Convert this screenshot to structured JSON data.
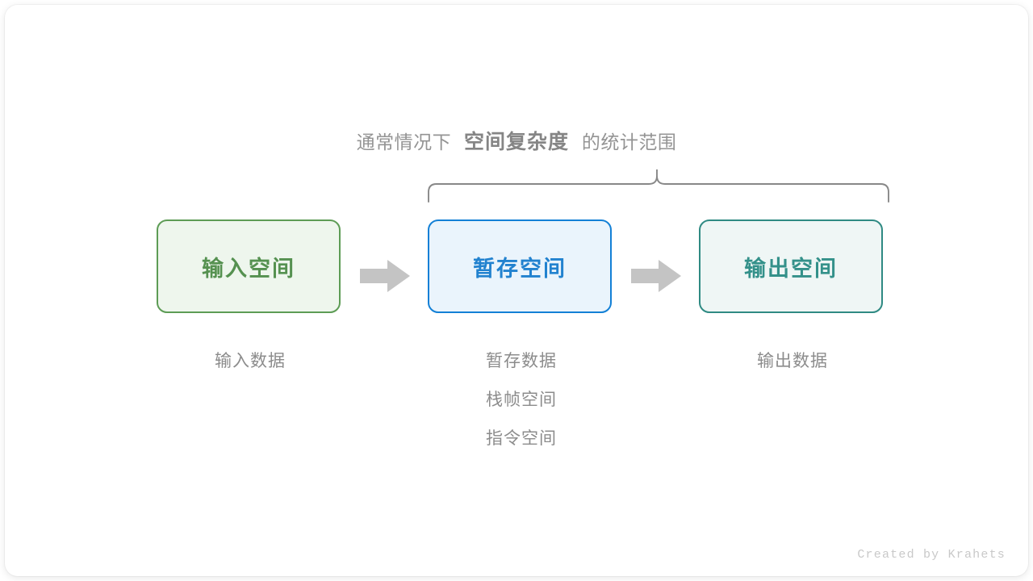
{
  "meta": {
    "background_color": "#ffffff",
    "card_color": "#ffffff"
  },
  "scope_title": {
    "lead": "通常情况下",
    "strong": "空间复杂度",
    "tail": "的统计范围",
    "color": "#949494"
  },
  "brace": {
    "label": "curly-brace-spanning-buffer-and-output",
    "color": "#888888"
  },
  "flow": {
    "boxes": [
      {
        "key": "input",
        "label": "输入空间",
        "border_color": "#5d9c55",
        "fill_color": "#eef6ed",
        "text_color": "#559150"
      },
      {
        "key": "buffer",
        "label": "暂存空间",
        "border_color": "#1380d6",
        "fill_color": "#eaf4fc",
        "text_color": "#2282cf"
      },
      {
        "key": "output",
        "label": "输出空间",
        "border_color": "#2f8a83",
        "fill_color": "#eff6f5",
        "text_color": "#34918a"
      }
    ],
    "arrows": [
      {
        "key": "arrow-input-to-buffer",
        "color": "#c4c4c4"
      },
      {
        "key": "arrow-buffer-to-output",
        "color": "#c4c4c4"
      }
    ]
  },
  "captions": {
    "color": "#8c8c8c",
    "columns": [
      {
        "key": "input",
        "lines": [
          "输入数据"
        ]
      },
      {
        "key": "buffer",
        "lines": [
          "暂存数据",
          "栈帧空间",
          "指令空间"
        ]
      },
      {
        "key": "output",
        "lines": [
          "输出数据"
        ]
      }
    ]
  },
  "footer": {
    "credit": "Created by Krahets",
    "color": "#c9c9c9"
  }
}
